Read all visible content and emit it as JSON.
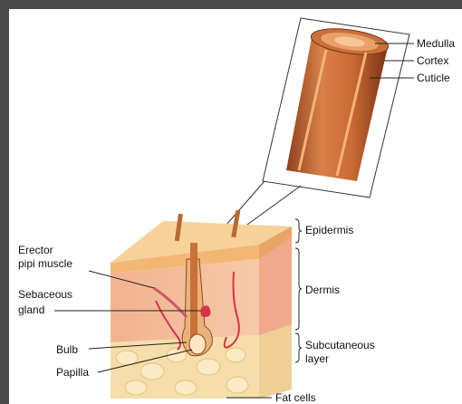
{
  "diagram": {
    "hair_shaft_labels": {
      "medulla": "Medulla",
      "cortex": "Cortex",
      "cuticle": "Cuticle"
    },
    "layer_labels": {
      "epidermis": "Epidermis",
      "dermis": "Dermis",
      "subcutaneous_line1": "Subcutaneous",
      "subcutaneous_line2": "layer"
    },
    "structure_labels": {
      "erector_line1": "Erector",
      "erector_line2": "pipi muscle",
      "sebaceous_line1": "Sebaceous",
      "sebaceous_line2": "gland",
      "bulb": "Bulb",
      "papilla": "Papilla",
      "fat_cells": "Fat cells"
    },
    "colors": {
      "frame": "#4a4a4a",
      "hair": "#c8713a",
      "skin_top": "#f2c07a",
      "dermis": "#f3b48f",
      "fat": "#f6deab",
      "vessel": "#d8324a"
    }
  }
}
